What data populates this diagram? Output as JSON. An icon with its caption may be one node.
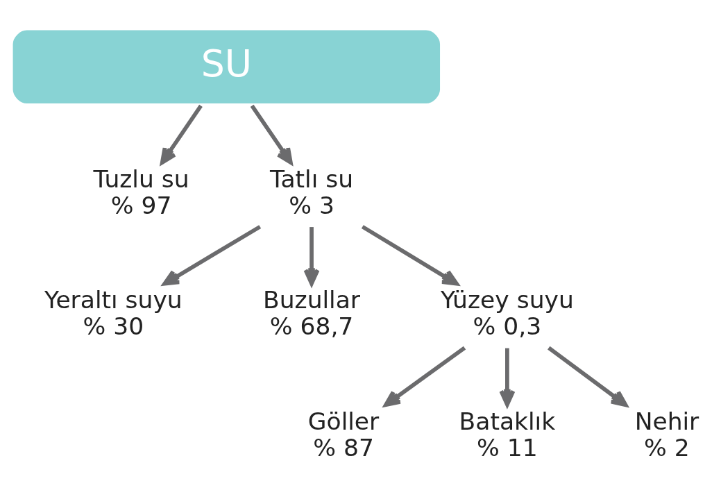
{
  "diagram": {
    "nodes": [
      {
        "text": [
          "SU"
        ]
      },
      {
        "text": [
          "Tuzlu su",
          "% 97"
        ]
      },
      {
        "text": [
          "Tatlı su",
          "% 3"
        ]
      },
      {
        "text": [
          "Yeraltı suyu",
          "% 30"
        ]
      },
      {
        "text": [
          "Buzullar",
          "% 68,7"
        ]
      },
      {
        "text": [
          "Yüzey suyu",
          "% 0,3"
        ]
      },
      {
        "text": [
          "Göller",
          "% 87"
        ]
      },
      {
        "text": [
          "Bataklık",
          "% 11"
        ]
      },
      {
        "text": [
          "Nehir",
          "% 2"
        ]
      }
    ],
    "edges": [
      {
        "from": 0,
        "to": 1,
        "arrow": "to"
      },
      {
        "from": 0,
        "to": 2,
        "arrow": "to"
      },
      {
        "from": 2,
        "to": 3,
        "arrow": "to"
      },
      {
        "from": 2,
        "to": 4,
        "arrow": "to"
      },
      {
        "from": 2,
        "to": 5,
        "arrow": "to"
      },
      {
        "from": 5,
        "to": 6,
        "arrow": "to"
      },
      {
        "from": 5,
        "to": 7,
        "arrow": "to"
      },
      {
        "from": 5,
        "to": 8,
        "arrow": "to"
      }
    ]
  }
}
